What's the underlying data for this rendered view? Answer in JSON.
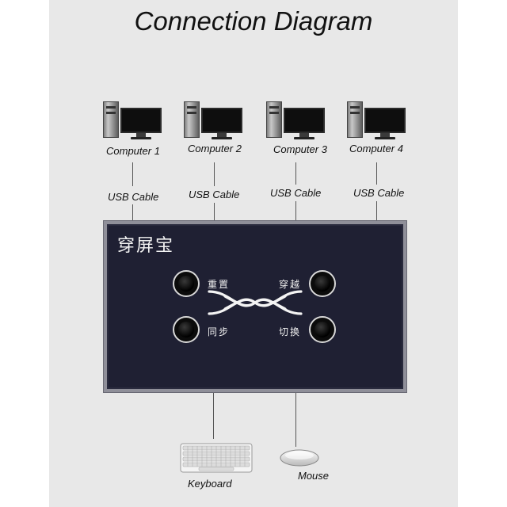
{
  "title": "Connection Diagram",
  "computers": [
    {
      "label": "Computer 1",
      "cable": "USB Cable"
    },
    {
      "label": "Computer 2",
      "cable": "USB Cable"
    },
    {
      "label": "Computer 3",
      "cable": "USB Cable"
    },
    {
      "label": "Computer 4",
      "cable": "USB Cable"
    }
  ],
  "switch": {
    "brand": "穿屏宝",
    "labels": {
      "top_left": "重置",
      "top_right": "穿越",
      "bottom_left": "同步",
      "bottom_right": "切换"
    }
  },
  "devices": {
    "keyboard": "Keyboard",
    "mouse": "Mouse"
  },
  "colors": {
    "switch_body": "#1f2033",
    "background_panel": "#e8e8e8"
  }
}
